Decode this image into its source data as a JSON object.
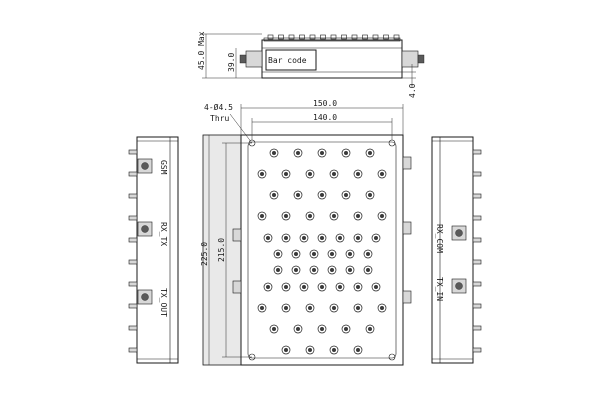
{
  "labels": {
    "barcode": "Bar code",
    "max_height": "45.0 Max",
    "body_height": "39.0",
    "base_height": "4.0",
    "hole_callout": "4-Ø4.5",
    "hole_thru": "Thru",
    "overall_width": "150.0",
    "hole_spacing_x": "140.0",
    "overall_length": "225.0",
    "hole_spacing_y": "215.0",
    "port_gsm": "GSM",
    "port_rx_tx": "RX_TX",
    "port_tx_out": "TX_OUT",
    "port_rx_com": "RX_COM",
    "port_tx_in": "TX_IN"
  }
}
